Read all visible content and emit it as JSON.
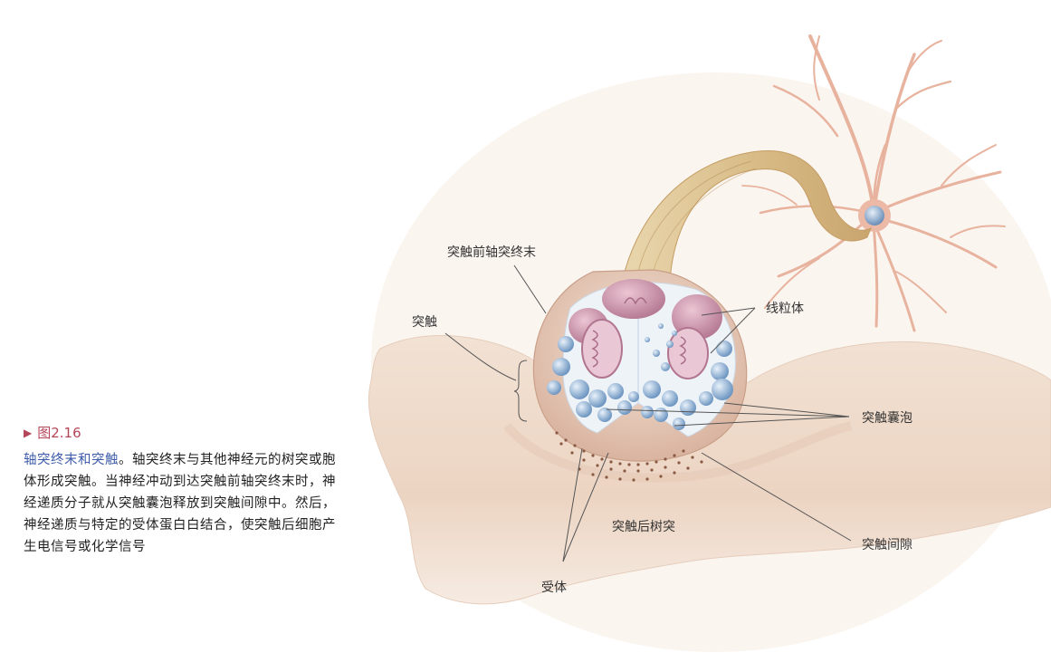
{
  "caption": {
    "figure_number": "图2.16",
    "title": "轴突终末和突触",
    "text": "。轴突终末与其他神经元的树突或胞体形成突触。当神经冲动到达突触前轴突终末时，神经递质分子就从突触囊泡释放到突触间隙中。然后，神经递质与特定的受体蛋白白结合，使突触后细胞产生电信号或化学信号"
  },
  "labels": {
    "presynaptic_terminal": "突触前轴突终末",
    "synapse": "突触",
    "mitochondria": "线粒体",
    "synaptic_vesicles": "突触囊泡",
    "postsynaptic_dendrite": "突触后树突",
    "synaptic_cleft": "突触间隙",
    "receptors": "受体"
  },
  "colors": {
    "caption_title": "#3e5ca8",
    "figure_number": "#b5465a",
    "dendrite": "#f0dccb",
    "terminal": "#e6c8b4",
    "axon": "#d9bf8f",
    "neuron": "#ecb9a6",
    "vesicle": "#8fb3d6",
    "mitochondrion": "#c98ca3"
  }
}
